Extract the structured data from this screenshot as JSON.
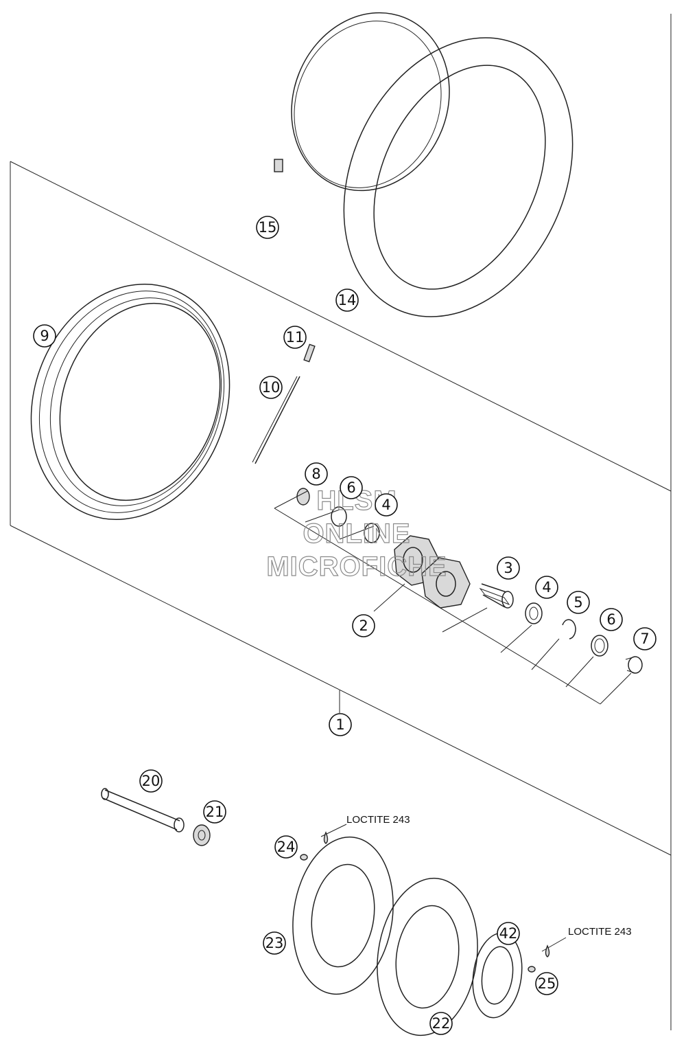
{
  "callouts": [
    {
      "id": "c15",
      "label": "15"
    },
    {
      "id": "c14",
      "label": "14"
    },
    {
      "id": "c9",
      "label": "9"
    },
    {
      "id": "c11",
      "label": "11"
    },
    {
      "id": "c10",
      "label": "10"
    },
    {
      "id": "c8",
      "label": "8"
    },
    {
      "id": "c6a",
      "label": "6"
    },
    {
      "id": "c4a",
      "label": "4"
    },
    {
      "id": "c3",
      "label": "3"
    },
    {
      "id": "c4b",
      "label": "4"
    },
    {
      "id": "c5",
      "label": "5"
    },
    {
      "id": "c6b",
      "label": "6"
    },
    {
      "id": "c7",
      "label": "7"
    },
    {
      "id": "c2",
      "label": "2"
    },
    {
      "id": "c1",
      "label": "1"
    },
    {
      "id": "c20",
      "label": "20"
    },
    {
      "id": "c21",
      "label": "21"
    },
    {
      "id": "c24",
      "label": "24"
    },
    {
      "id": "c23",
      "label": "23"
    },
    {
      "id": "c42",
      "label": "42"
    },
    {
      "id": "c25",
      "label": "25"
    },
    {
      "id": "c22",
      "label": "22"
    }
  ],
  "notes": {
    "loctite_left": "LOCTITE 243",
    "loctite_right": "LOCTITE 243"
  },
  "watermark": {
    "line1": "HLSM",
    "line2": "ONLINE",
    "line3": "MICROFICHE"
  }
}
